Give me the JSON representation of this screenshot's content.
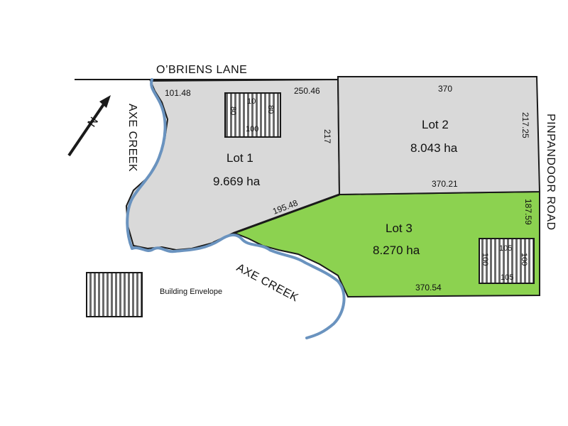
{
  "roads": {
    "north": "O’BRIENS LANE",
    "east": "PINPANDOOR ROAD"
  },
  "creek": {
    "west_label": "AXE CREEK",
    "south_label": "AXE CREEK"
  },
  "lots": [
    {
      "id": "lot1",
      "name": "Lot 1",
      "area": "9.669 ha"
    },
    {
      "id": "lot2",
      "name": "Lot 2",
      "area": "8.043 ha"
    },
    {
      "id": "lot3",
      "name": "Lot 3",
      "area": "8.270 ha"
    }
  ],
  "dimensions": {
    "lot1_north_west": "101.48",
    "lot1_north_east": "250.46",
    "lot1_east": "217",
    "lot1_south": "195.48",
    "lot2_north": "370",
    "lot2_east": "217.25",
    "lot2_south": "370.21",
    "lot3_east": "187.59",
    "lot3_south": "370.54"
  },
  "envelopes": {
    "lot1": {
      "top": "10",
      "bottom": "100",
      "left": "80",
      "right": "80"
    },
    "lot3": {
      "top": "105",
      "bottom": "105",
      "left": "100",
      "right": "100"
    }
  },
  "legend": {
    "label": "Building Envelope"
  },
  "north_arrow": {
    "letter": "N"
  },
  "colors": {
    "lot_grey": "#d9d9d9",
    "lot_green": "#8cd250",
    "creek_blue": "#6a93bf",
    "line": "#1a1a1a"
  }
}
